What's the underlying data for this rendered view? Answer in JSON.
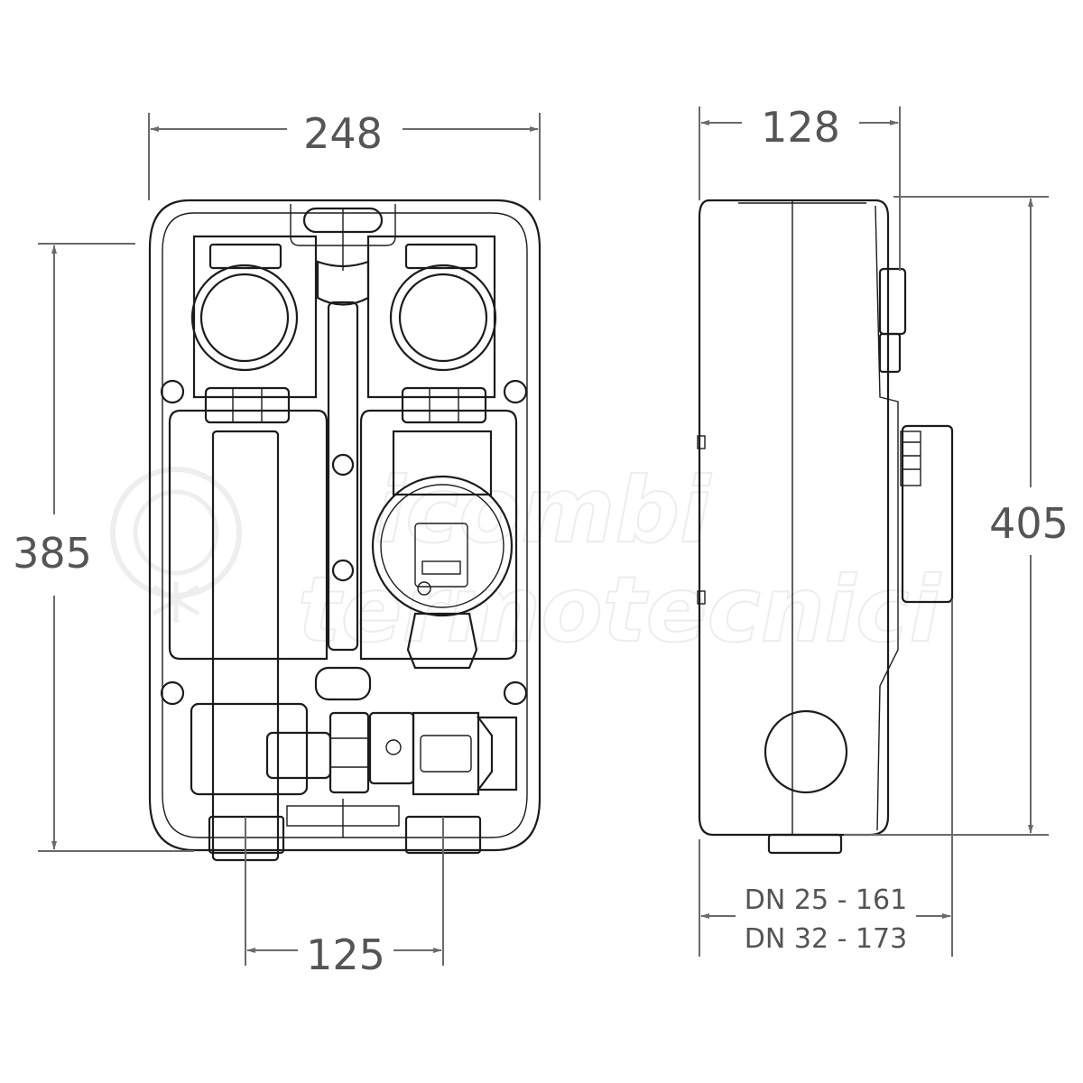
{
  "dimensions": {
    "front_width": "248",
    "front_height": "385",
    "pipe_spacing": "125",
    "side_depth": "128",
    "side_height": "405",
    "dn_line_1": "DN 25 - 161",
    "dn_line_2": "DN 32 - 173"
  },
  "watermark": {
    "line_1": "icombi",
    "line_2": "termotecnici"
  },
  "colors": {
    "outline": "#1c1c1c",
    "dimension": "#6a6a6a",
    "text": "#555555"
  }
}
